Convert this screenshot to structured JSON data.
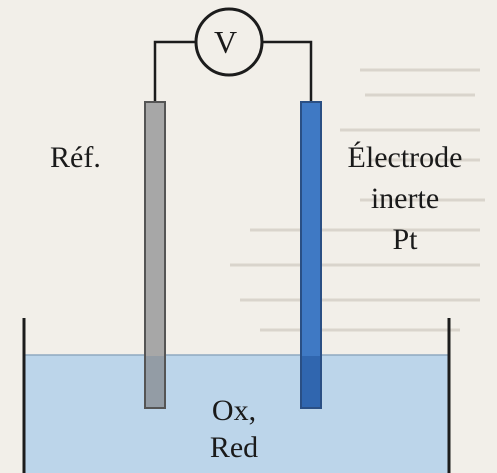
{
  "meter": {
    "symbol": "V"
  },
  "reference_electrode": {
    "label": "Réf."
  },
  "working_electrode": {
    "label_lines": [
      "Électrode",
      "inerte",
      "Pt"
    ]
  },
  "solution": {
    "label_lines": [
      "Ox,",
      "Red"
    ]
  },
  "colors": {
    "background": "#f2efe9",
    "solution": "#bcd5ea",
    "reference_electrode": "#a7a7a7",
    "platinum_electrode": "#3f79c4",
    "wire": "#1c1c1c"
  }
}
